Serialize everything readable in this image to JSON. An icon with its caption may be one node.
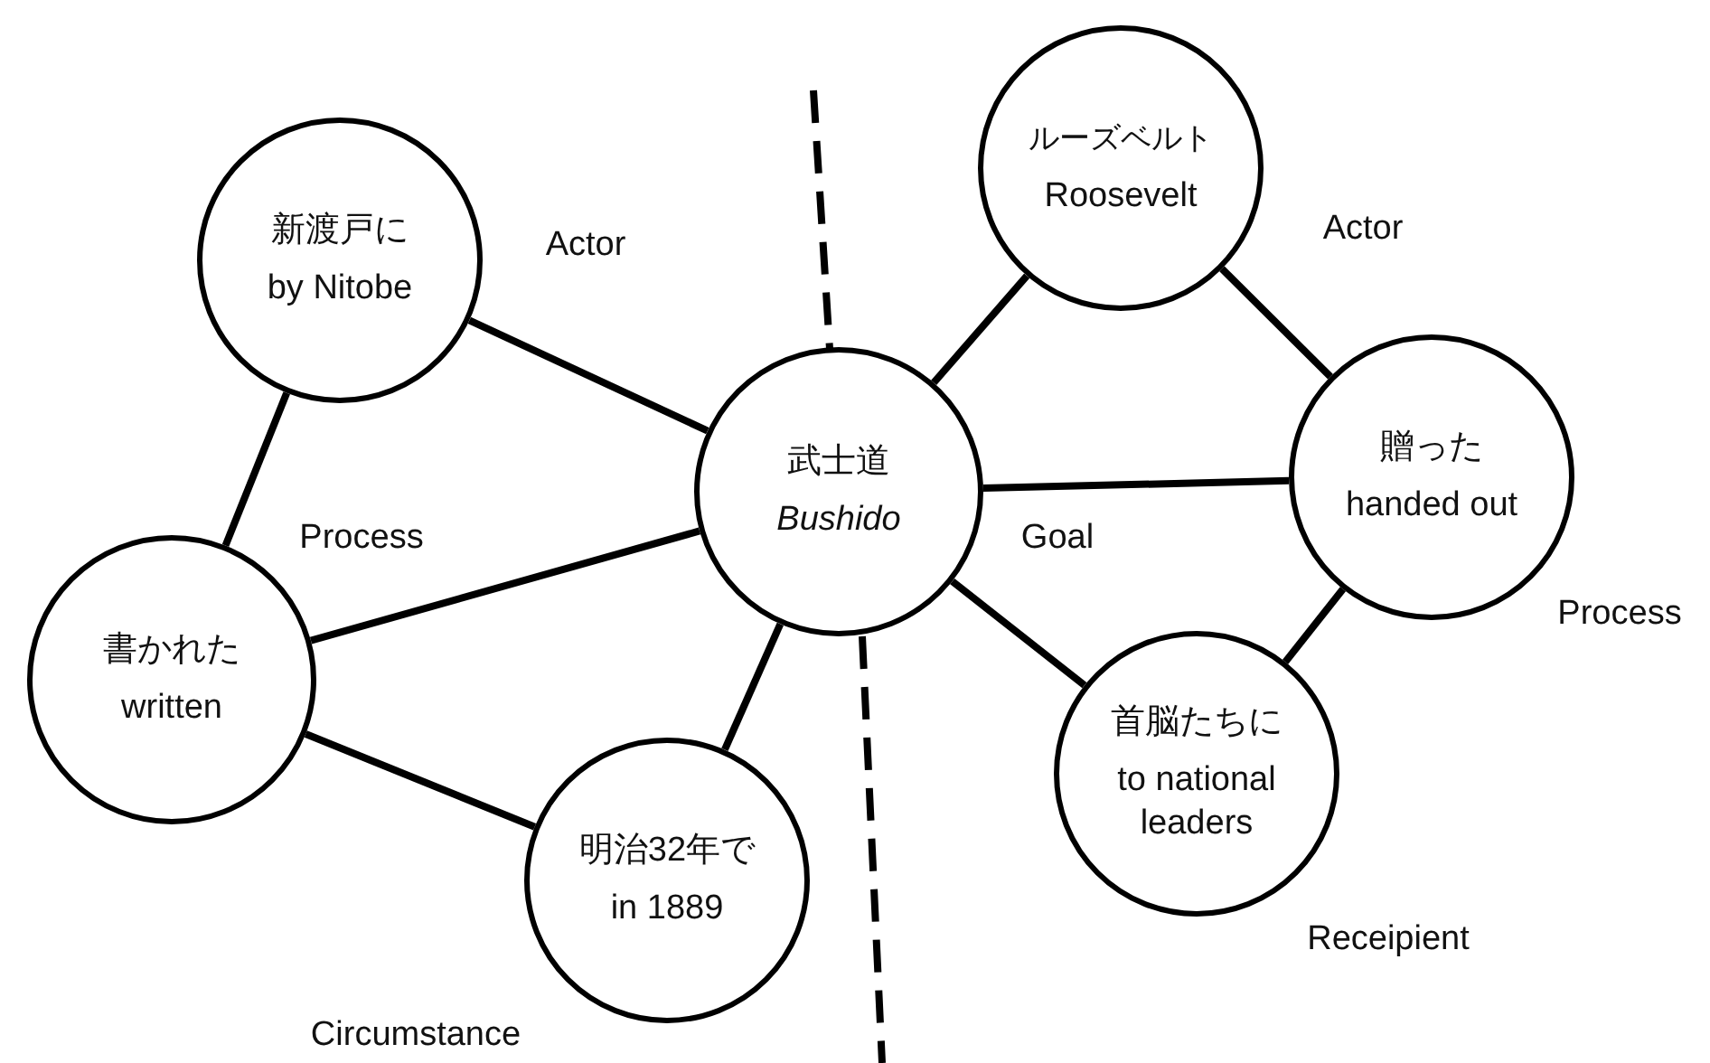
{
  "diagram": {
    "nodes": [
      {
        "text": [
          "新渡戸に",
          "by Nitobe"
        ],
        "beside": [
          "Actor"
        ]
      },
      {
        "text": [
          "書かれた",
          "written"
        ],
        "beside": [
          "Process"
        ]
      },
      {
        "text": [
          "明治32年で",
          "in 1889"
        ],
        "beside": [
          "Circumstance"
        ]
      },
      {
        "text": [
          "武士道",
          "Bushido"
        ],
        "beside": [
          "Goal"
        ]
      },
      {
        "text": [
          "ルーズベルト",
          "Roosevelt"
        ],
        "beside": [
          "Actor"
        ]
      },
      {
        "text": [
          "贈った",
          "handed out"
        ],
        "beside": [
          "Process"
        ]
      },
      {
        "text": [
          "首脳たちに",
          "to national leaders"
        ],
        "beside": [
          "Receipient"
        ]
      }
    ],
    "edges": [
      {
        "from": 0,
        "to": 3,
        "arrow": "none"
      },
      {
        "from": 0,
        "to": 1,
        "arrow": "none"
      },
      {
        "from": 1,
        "to": 3,
        "arrow": "none"
      },
      {
        "from": 1,
        "to": 2,
        "arrow": "none"
      },
      {
        "from": 2,
        "to": 3,
        "arrow": "none"
      },
      {
        "from": 3,
        "to": 4,
        "arrow": "none"
      },
      {
        "from": 3,
        "to": 5,
        "arrow": "none"
      },
      {
        "from": 3,
        "to": 6,
        "arrow": "none"
      },
      {
        "from": 4,
        "to": 5,
        "arrow": "none"
      },
      {
        "from": 5,
        "to": 6,
        "arrow": "none"
      }
    ]
  }
}
